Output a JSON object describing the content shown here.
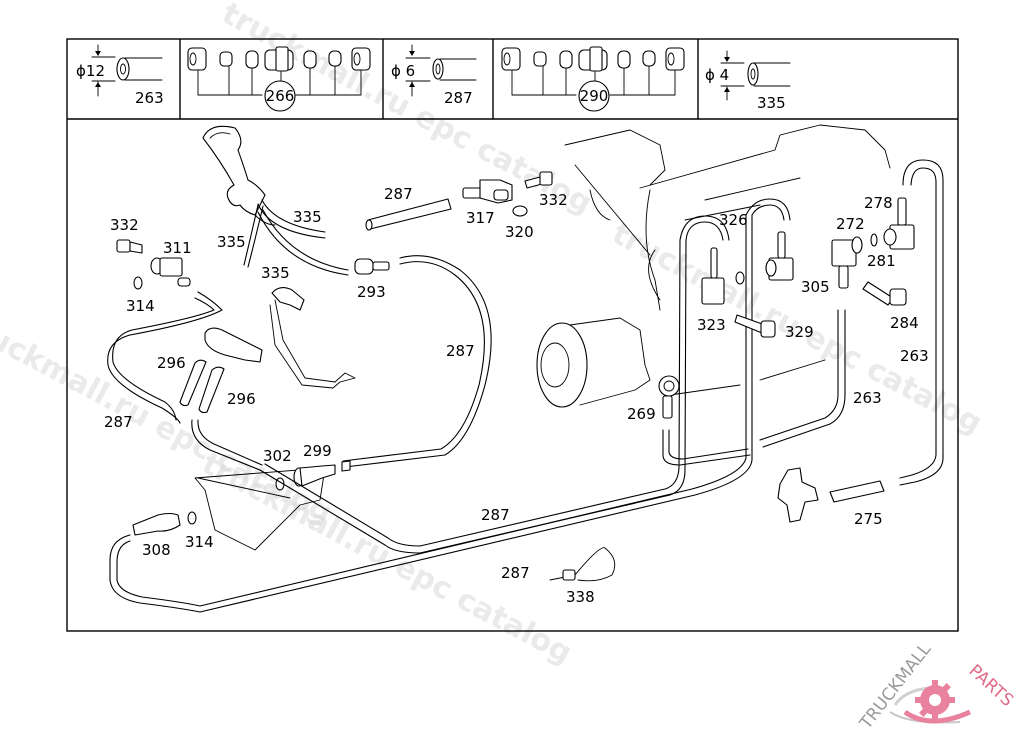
{
  "header_legend": [
    {
      "kind": "tube",
      "diameter_label": "ϕ12",
      "part": "263"
    },
    {
      "kind": "kit",
      "part": "266"
    },
    {
      "kind": "tube",
      "diameter_label": "ϕ 6",
      "part": "287"
    },
    {
      "kind": "kit",
      "part": "290"
    },
    {
      "kind": "tube",
      "diameter_label": "ϕ 4",
      "part": "335"
    }
  ],
  "callouts": {
    "c332a": "332",
    "c311": "311",
    "c314a": "314",
    "c335a": "335",
    "c335b": "335",
    "c335c": "335",
    "c287a": "287",
    "c317": "317",
    "c320": "320",
    "c332b": "332",
    "c293": "293",
    "c287b": "287",
    "c296a": "296",
    "c296b": "296",
    "c287c": "287",
    "c302": "302",
    "c299": "299",
    "c308": "308",
    "c314b": "314",
    "c287d": "287",
    "c287e": "287",
    "c338": "338",
    "c269": "269",
    "c326": "326",
    "c323": "323",
    "c329": "329",
    "c272": "272",
    "c305": "305",
    "c278": "278",
    "c281": "281",
    "c284": "284",
    "c263a": "263",
    "c263b": "263",
    "c275": "275"
  },
  "watermarks": [
    "truckmall.ru epc catalog",
    "truckmall.ru epc catalog",
    "truckmall.ru epc catalog",
    "truckmall.ru epc catalog"
  ],
  "logo": {
    "text_left": "TRUCKMALL",
    "text_right": "PARTS",
    "brand_color": "#e06a8a",
    "gray_color": "#9a9a9a"
  }
}
